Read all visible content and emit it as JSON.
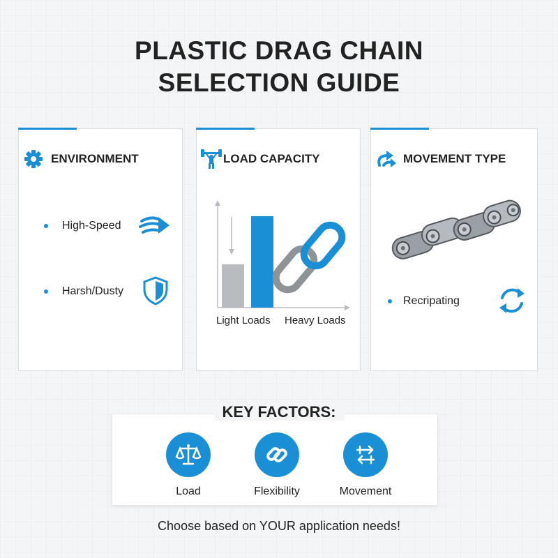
{
  "title": {
    "line1": "PLASTIC DRAG CHAIN",
    "line2": "SELECTION GUIDE"
  },
  "colors": {
    "accent": "#1a8fd6",
    "gray": "#b8bcc0",
    "text": "#222222"
  },
  "cards": {
    "environment": {
      "heading": "ENVIRONMENT",
      "icon": "gear-icon",
      "items": [
        {
          "label": "High-Speed",
          "icon": "speed-arrow-icon"
        },
        {
          "label": "Harsh/Dusty",
          "icon": "shield-icon"
        }
      ]
    },
    "load": {
      "heading": "LOAD CAPACITY",
      "icon": "weightlifter-icon",
      "chart_data": {
        "type": "bar",
        "categories": [
          "Light Loads",
          "Heavy Loads"
        ],
        "values": [
          0.45,
          0.95
        ],
        "ylim": [
          0,
          1
        ],
        "title": "",
        "xlabel": "",
        "ylabel": ""
      }
    },
    "movement": {
      "heading": "MOVEMENT TYPE",
      "icon": "redirect-arrow-icon",
      "items": [
        {
          "label": "Recripating",
          "icon": "cycle-arrows-icon"
        }
      ]
    }
  },
  "factors": {
    "title": "KEY FACTORS:",
    "items": [
      {
        "label": "Load",
        "icon": "scale-icon"
      },
      {
        "label": "Flexibility",
        "icon": "chain-link-icon"
      },
      {
        "label": "Movement",
        "icon": "swap-arrows-icon"
      }
    ]
  },
  "footer": "Choose based on YOUR application needs!"
}
